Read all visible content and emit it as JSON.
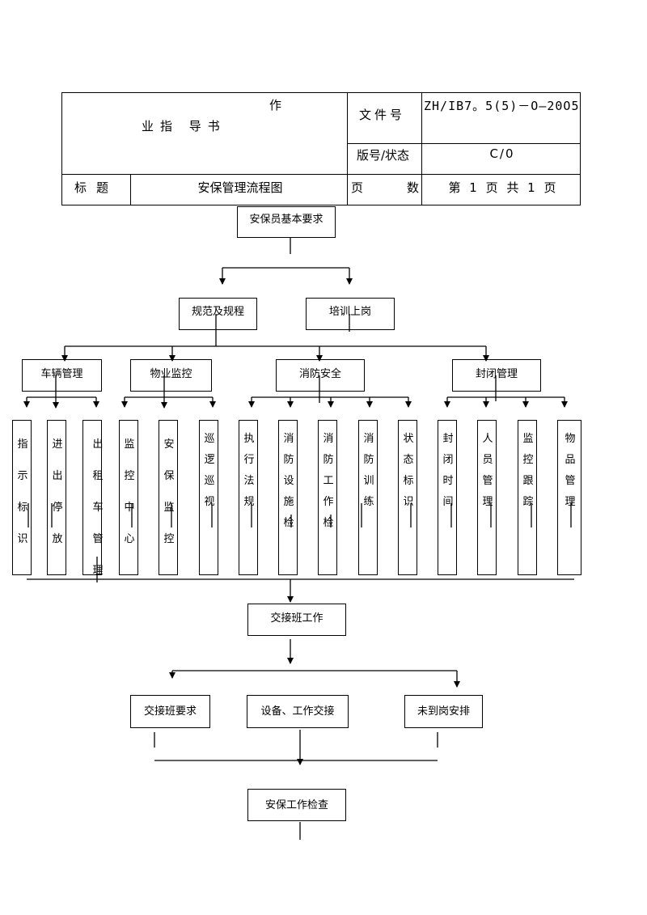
{
  "header": {
    "doc_type_top": "作",
    "doc_type_main": "业指 导书",
    "doc_no_label": "文件号",
    "doc_no": "ZH/IB7。5(5)－O—20O5",
    "version_label": "版号/状态",
    "version": "C/0",
    "title_label": "标题",
    "title": "安保管理流程图",
    "pages_label_a": "页",
    "pages_label_b": "数",
    "pages": "第 1 页  共 1 页"
  },
  "flow": {
    "root": "安保员基本要求",
    "level2": [
      "规范及规程",
      "培训上岗"
    ],
    "categories": [
      "车辆管理",
      "物业监控",
      "消防安全",
      "封闭管理"
    ],
    "items": [
      "指示标识",
      "进出停放",
      "出租车管理",
      "监控中心",
      "安保监控",
      "巡逻巡视",
      "执行法规",
      "消防设施检",
      "消防工作检",
      "消防训练",
      "状态标识",
      "封闭时间",
      "人员管理",
      "监控跟踪",
      "物品管理"
    ],
    "handover": "交接班工作",
    "handover_sub": [
      "交接班要求",
      "设备、工作交接",
      "未到岗安排"
    ],
    "final": "安保工作检查"
  }
}
